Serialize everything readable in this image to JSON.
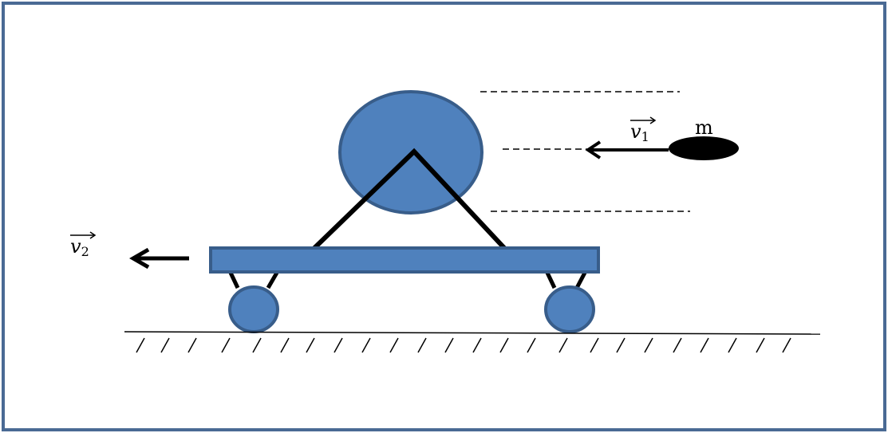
{
  "labels": {
    "v1": {
      "base": "v",
      "sub": "1"
    },
    "v2": {
      "base": "v",
      "sub": "2"
    },
    "mass": "m"
  },
  "colors": {
    "body_fill": "#4f81bd",
    "body_stroke": "#385d8a",
    "frame": "#4a6a94"
  },
  "icons": {
    "vector_arrow": "vector-arrow-icon"
  }
}
